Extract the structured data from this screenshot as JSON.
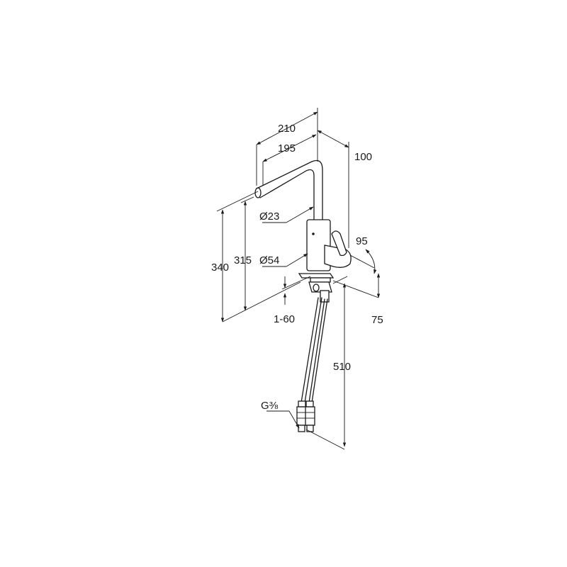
{
  "dimensions": {
    "d210": "210",
    "d195": "195",
    "d100": "100",
    "d23": "Ø23",
    "d95": "95",
    "d340": "340",
    "d315": "315",
    "d54": "Ø54",
    "d1_60": "1-60",
    "d75": "75",
    "d510": "510",
    "g38": "G⅜"
  },
  "colors": {
    "ink": "#1a1a1a",
    "background": "#ffffff"
  }
}
